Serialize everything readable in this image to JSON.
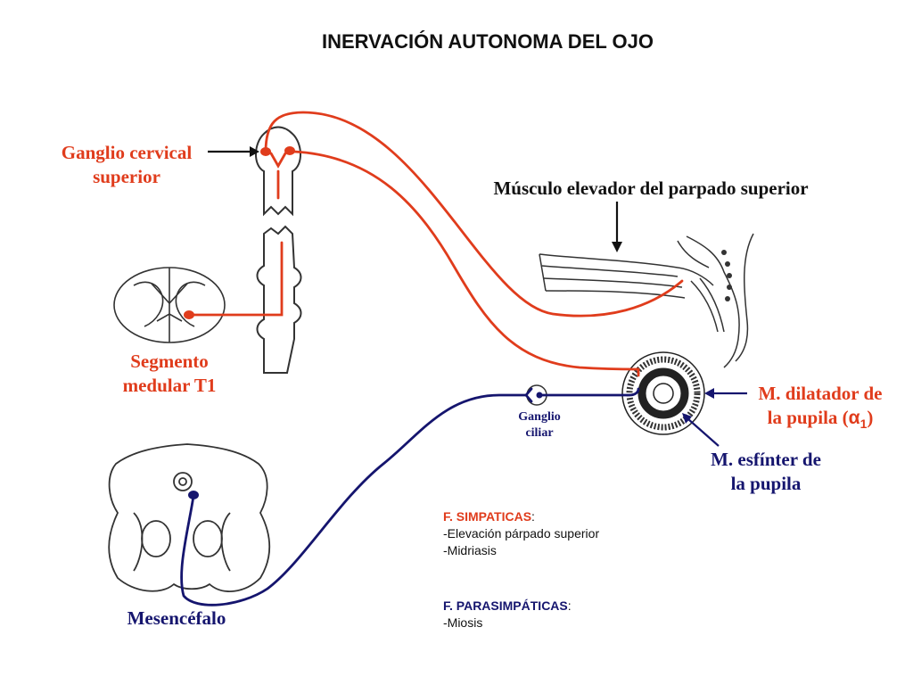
{
  "title": "INERVACIÓN AUTONOMA  DEL OJO",
  "labels": {
    "ganglio_cervical_1": "Ganglio cervical",
    "ganglio_cervical_2": "superior",
    "segmento_1": "Segmento",
    "segmento_2": "medular T1",
    "mesencefalo": "Mesencéfalo",
    "musculo_elevador": "Músculo elevador del parpado superior",
    "dilatador_1": "M. dilatador de",
    "dilatador_2": "la pupila (",
    "dilatador_alpha": "α",
    "dilatador_sub": "1",
    "dilatador_close": ")",
    "esfinter_1": "M. esfínter de",
    "esfinter_2": "la pupila",
    "ganglio_ciliar_1": "Ganglio",
    "ganglio_ciliar_2": "ciliar"
  },
  "legend": {
    "simpaticas_head": "F. SIMPATICAS",
    "colon": ":",
    "simpaticas_items": [
      "-Elevación párpado superior",
      "-Midriasis"
    ],
    "parasimpaticas_head": "F. PARASIMPÁTICAS",
    "parasimpaticas_items": [
      "-Miosis"
    ]
  },
  "colors": {
    "sympathetic": "#e03c1c",
    "parasympathetic": "#15156e",
    "outline": "#222222"
  }
}
